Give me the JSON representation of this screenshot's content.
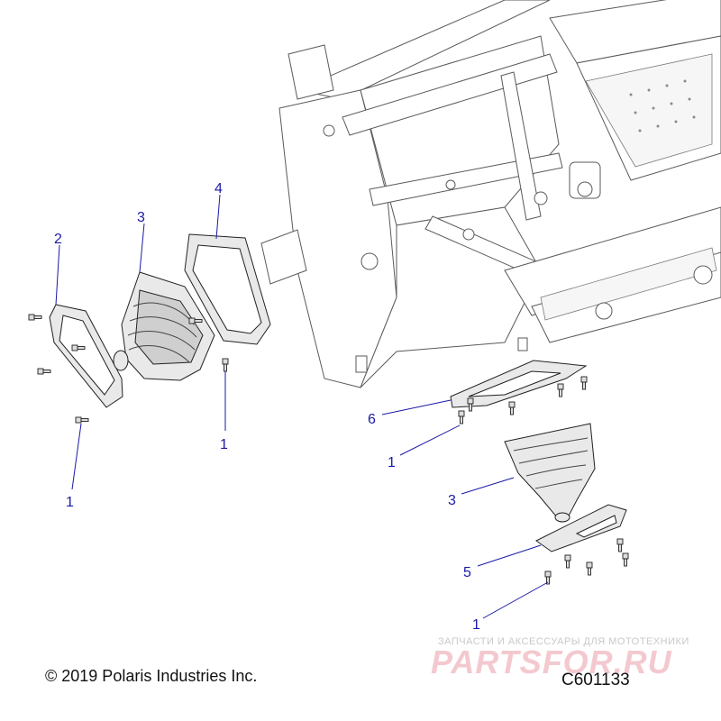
{
  "callouts": [
    {
      "id": "c2",
      "text": "2"
    },
    {
      "id": "c3a",
      "text": "3"
    },
    {
      "id": "c4",
      "text": "4"
    },
    {
      "id": "c1a",
      "text": "1"
    },
    {
      "id": "c1b",
      "text": "1"
    },
    {
      "id": "c6",
      "text": "6"
    },
    {
      "id": "c1c",
      "text": "1"
    },
    {
      "id": "c3b",
      "text": "3"
    },
    {
      "id": "c5",
      "text": "5"
    },
    {
      "id": "c1d",
      "text": "1"
    }
  ],
  "footer": {
    "copyright": "© 2019 Polaris Industries Inc.",
    "code": "C601133"
  },
  "watermark": {
    "tagline": "ЗАПЧАСТИ И АКСЕССУАРЫ ДЛЯ МОТОТЕХНИКИ",
    "logo": "PARTSFOR.RU"
  },
  "colors": {
    "callout": "#1a1aa6",
    "watermark": "#f3c9cf"
  }
}
